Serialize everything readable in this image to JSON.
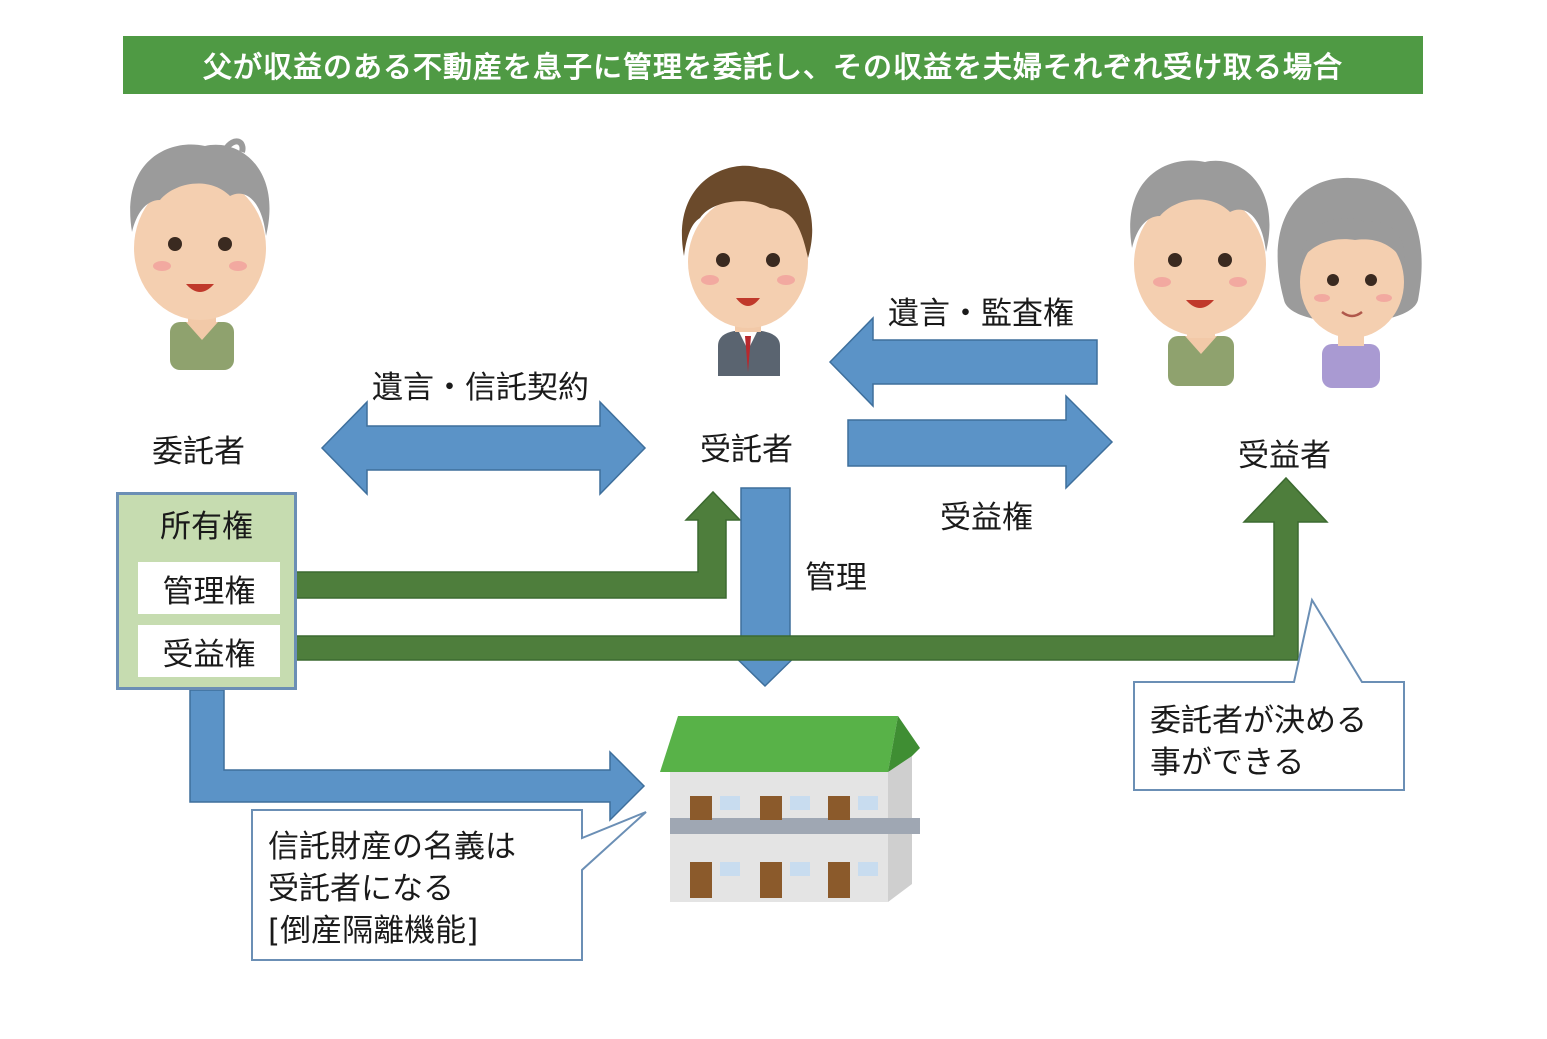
{
  "title": "父が収益のある不動産を息子に管理を委託し、その収益を夫婦それぞれ受け取る場合",
  "roles": {
    "settlor": "委託者",
    "trustee": "受託者",
    "beneficiary": "受益者"
  },
  "arrows": {
    "will_trust_contract": "遺言・信託契約",
    "will_audit_right": "遺言・監査権",
    "beneficial_right": "受益権",
    "management": "管理"
  },
  "rights_box": {
    "title": "所有権",
    "management_right": "管理権",
    "beneficial_right": "受益権"
  },
  "callouts": {
    "beneficiary_note": [
      "委託者が決める",
      "事ができる"
    ],
    "property_note": [
      "信託財産の名義は",
      "受託者になる",
      "[倒産隔離機能]"
    ]
  },
  "colors": {
    "title_bg": "#4f9a44",
    "blue_arrow": "#5b93c7",
    "green_arrow": "#4e7e3c",
    "rights_box_bg": "#c6dcb0"
  }
}
